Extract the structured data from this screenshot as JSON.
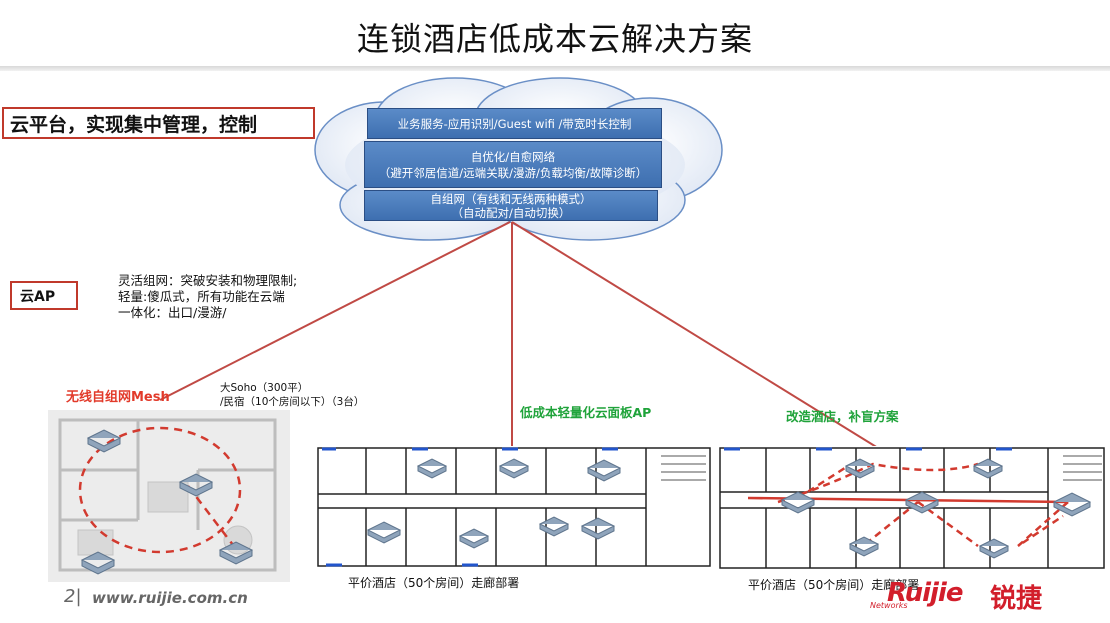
{
  "title": "连锁酒店低成本云解决方案",
  "cloud_platform_label": "云平台，实现集中管理，控制",
  "cloud_layers": [
    {
      "lines": [
        "业务服务-应用识别/Guest wifi /带宽时长控制"
      ]
    },
    {
      "lines": [
        "自优化/自愈网络",
        "（避开邻居信道/远端关联/漫游/负载均衡/故障诊断）"
      ]
    },
    {
      "lines": [
        "自组网（有线和无线两种模式）",
        "（自动配对/自动切换）"
      ]
    }
  ],
  "cloud_ap_label": "云AP",
  "cloud_ap_features": [
    "灵活组网：突破安装和物理限制;",
    "轻量:傻瓜式，所有功能在云端",
    "一体化：出口/漫游/"
  ],
  "mesh": {
    "label": "无线自组网Mesh",
    "note_lines": [
      "大Soho（300平）",
      "/民宿（10个房间以下）（3台）"
    ]
  },
  "panel_ap": {
    "label": "低成本轻量化云面板AP",
    "caption": "平价酒店（50个房间）走廊部署"
  },
  "retrofit": {
    "label": "改造酒店，补盲方案",
    "caption": "平价酒店（50个房间）走廊部署"
  },
  "footer": {
    "page_number": "2|",
    "url": "www.ruijie.com.cn",
    "brand": "Ruijie",
    "brand_sub": "Networks",
    "brand_cn": "锐捷"
  },
  "colors": {
    "accent_red": "#c0392b",
    "link_line": "#c04a45",
    "layer_blue": "#4a7bbd",
    "mesh_green": "#1fa33a"
  }
}
